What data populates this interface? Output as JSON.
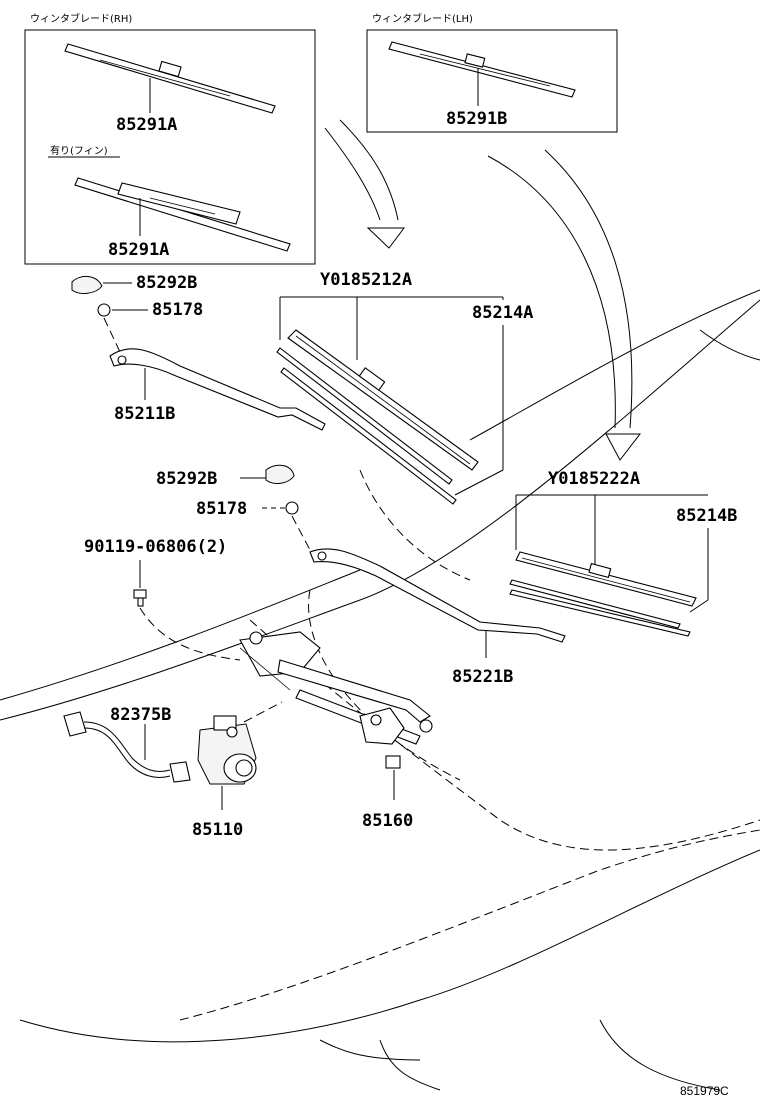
{
  "title_rh": "ウィンタブレード(RH)",
  "title_lh": "ウィンタブレード(LH)",
  "fin_note": "有り(フィン)",
  "parts": {
    "blade_rh_a": "85291A",
    "blade_rh_fin": "85291A",
    "blade_lh": "85291B",
    "cap_upper": "85292B",
    "nut_upper": "85178",
    "assy_rh": "Y0185212A",
    "rubber_rh": "85214A",
    "arm_rh": "85211B",
    "cap_lower": "85292B",
    "nut_lower": "85178",
    "bolt": "90119-06806(2)",
    "assy_lh": "Y0185222A",
    "rubber_lh": "85214B",
    "arm_lh": "85221B",
    "harness": "82375B",
    "motor": "85110",
    "link": "85160"
  },
  "figure_code": "851979C"
}
